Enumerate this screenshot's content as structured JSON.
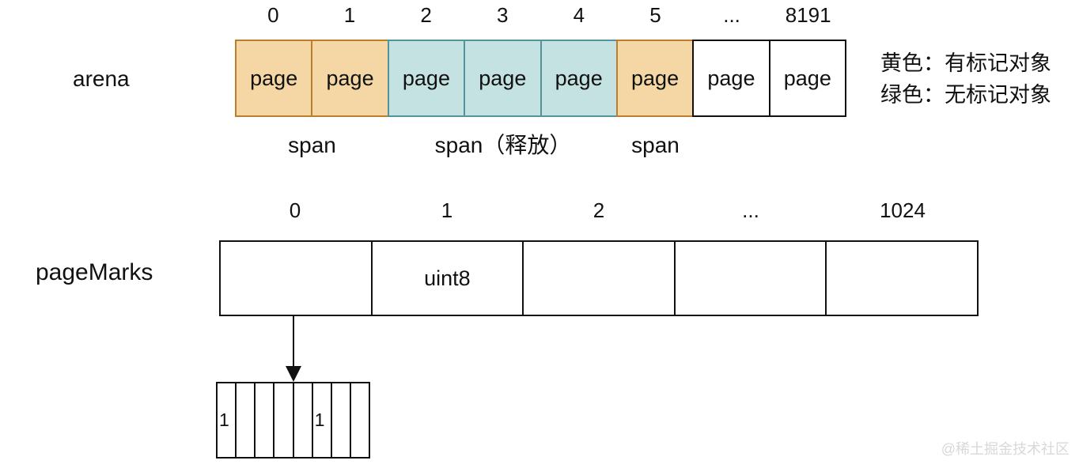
{
  "arena": {
    "label": "arena",
    "indices": [
      "0",
      "1",
      "2",
      "3",
      "4",
      "5",
      "...",
      "8191"
    ],
    "cells": [
      {
        "text": "page",
        "type": "marked"
      },
      {
        "text": "page",
        "type": "marked"
      },
      {
        "text": "page",
        "type": "unmarked"
      },
      {
        "text": "page",
        "type": "unmarked"
      },
      {
        "text": "page",
        "type": "unmarked"
      },
      {
        "text": "page",
        "type": "marked"
      },
      {
        "text": "page",
        "type": "plain"
      },
      {
        "text": "page",
        "type": "plain"
      }
    ],
    "spans": [
      {
        "label": "span"
      },
      {
        "label": "span（释放）"
      },
      {
        "label": "span"
      }
    ]
  },
  "legend": {
    "line1": "黄色：有标记对象",
    "line2": "绿色：无标记对象"
  },
  "pagemarks": {
    "label": "pageMarks",
    "indices": [
      "0",
      "1",
      "2",
      "...",
      "1024"
    ],
    "cells": [
      "",
      "uint8",
      "",
      "",
      ""
    ]
  },
  "bitarray": {
    "cells": [
      "1",
      "",
      "",
      "",
      "",
      "1",
      "",
      ""
    ]
  },
  "watermark": "@稀土掘金技术社区",
  "colors": {
    "marked_fill": "#f4d7a5",
    "marked_border": "#bd7e2c",
    "unmarked_fill": "#c5e2e3",
    "unmarked_border": "#53939b",
    "plain_border": "#111111"
  }
}
